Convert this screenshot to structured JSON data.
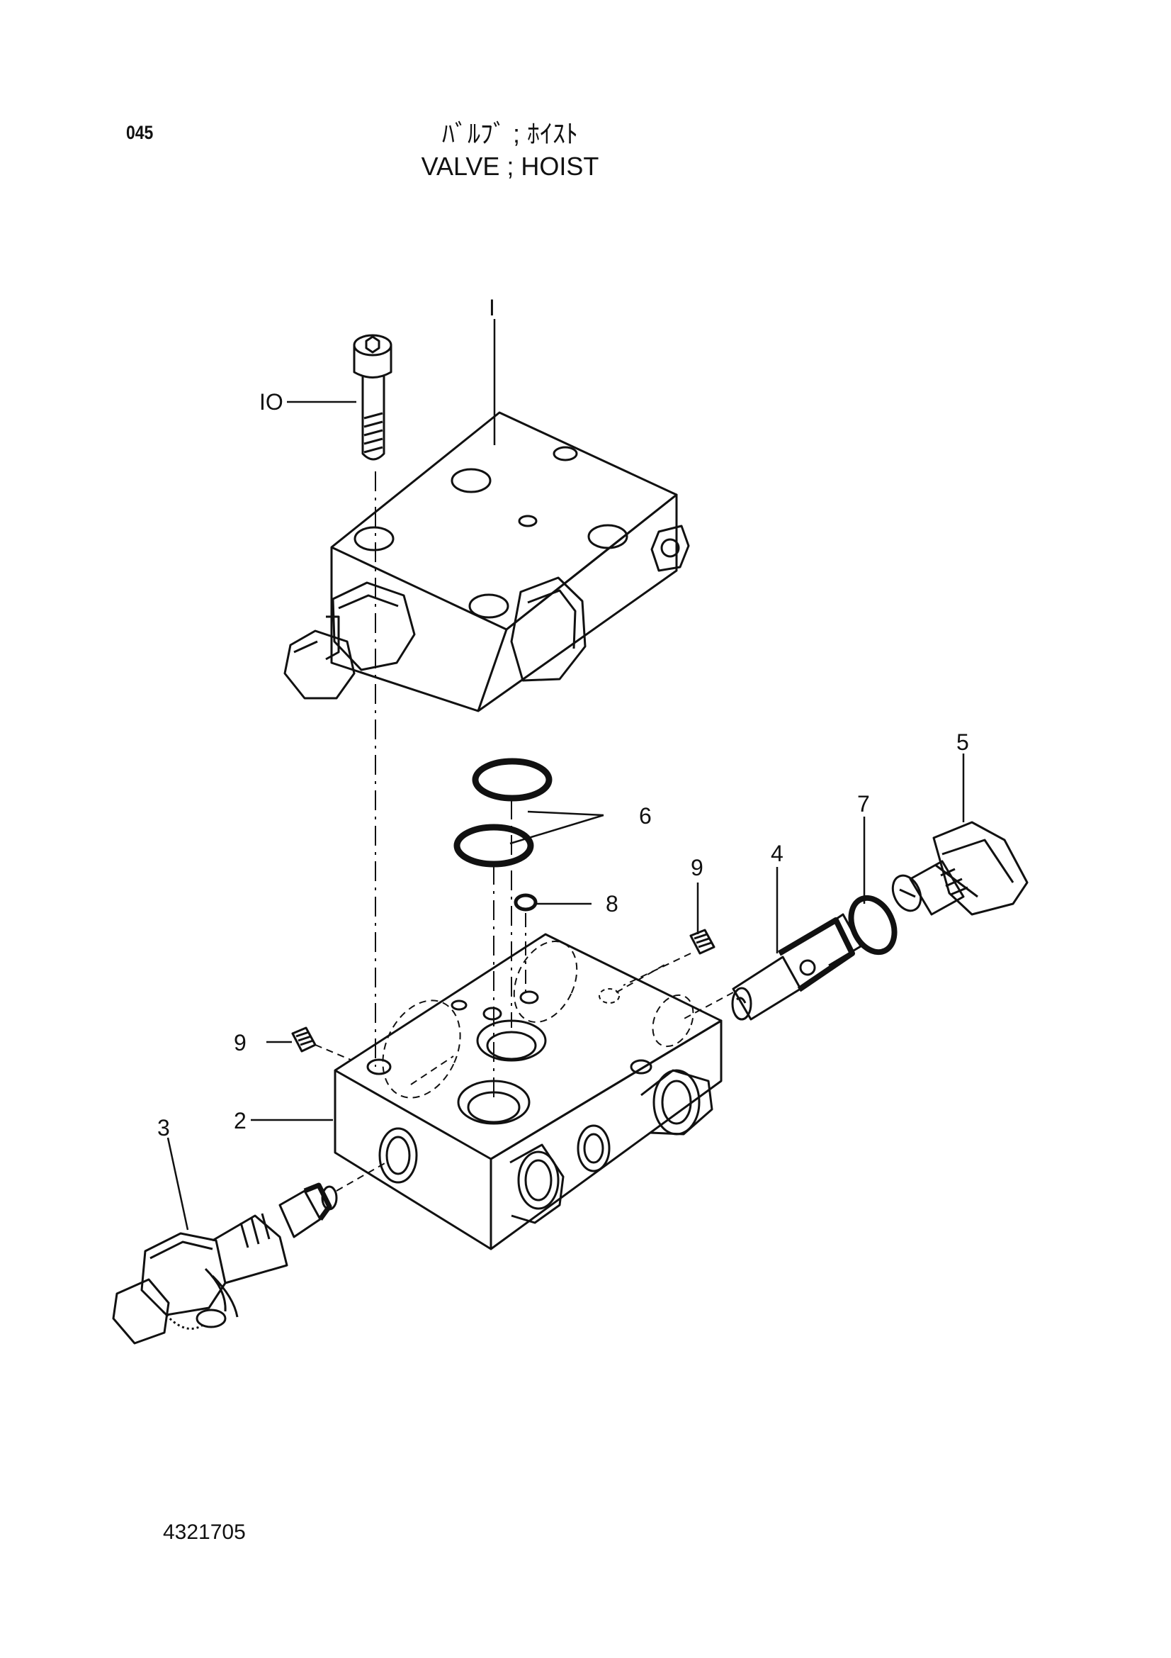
{
  "header": {
    "page_number": "045",
    "title_jp": "ﾊﾞﾙﾌﾞ ; ﾎｲｽﾄ",
    "title_en": "VALVE ; HOIST"
  },
  "footer": {
    "drawing_code": "4321705"
  },
  "callouts": {
    "c1": "I",
    "c2": "2",
    "c3": "3",
    "c4": "4",
    "c5": "5",
    "c6": "6",
    "c7": "7",
    "c8": "8",
    "c9a": "9",
    "c9b": "9",
    "c10": "IO"
  },
  "colors": {
    "line": "#111111",
    "paper": "#ffffff"
  }
}
